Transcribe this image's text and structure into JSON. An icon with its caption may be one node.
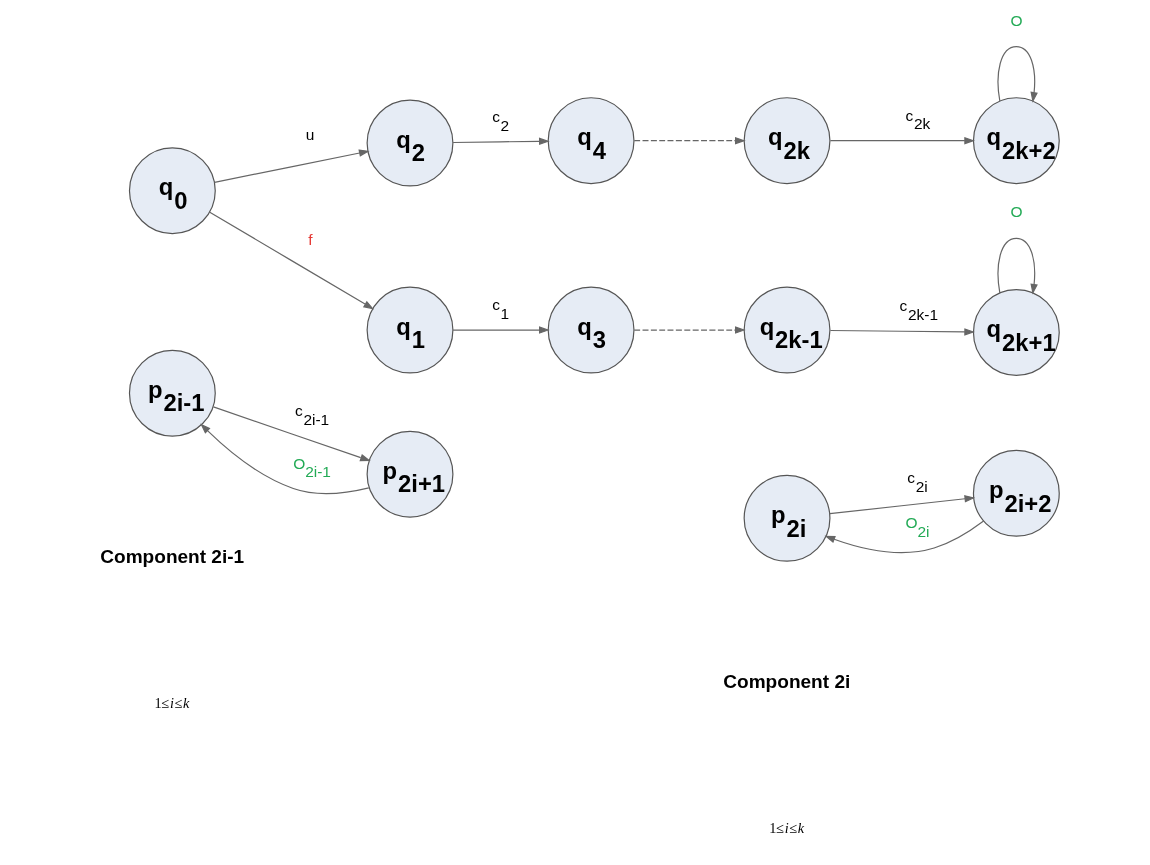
{
  "diagram": {
    "nodes": [
      {
        "text": [
          "q$_{0}$"
        ]
      },
      {
        "text": [
          "q$_{2}$"
        ]
      },
      {
        "text": [
          "q$_{4}$"
        ]
      },
      {
        "text": [
          "q$_{2k}$"
        ]
      },
      {
        "text": [
          "q$_{2k+2}$"
        ]
      },
      {
        "text": [
          "q$_{1}$"
        ]
      },
      {
        "text": [
          "q$_{3}$"
        ]
      },
      {
        "text": [
          "q$_{2k-1}$"
        ]
      },
      {
        "text": [
          "q$_{2k+1}$"
        ]
      },
      {
        "text": [
          "p$_{2i-1}$"
        ]
      },
      {
        "text": [
          "p$_{2i+1}$"
        ]
      },
      {
        "text": [
          "p$_{2i}$"
        ]
      },
      {
        "text": [
          "p$_{2i+2}$"
        ]
      }
    ],
    "edges": [
      {
        "from": 0,
        "to": 1,
        "arrow": "to",
        "label": "u"
      },
      {
        "from": 0,
        "to": 5,
        "arrow": "to",
        "label": "f"
      },
      {
        "from": 1,
        "to": 2,
        "arrow": "to",
        "label": "c$_{2}$"
      },
      {
        "from": 2,
        "to": 3,
        "arrow": "to",
        "style": "dashed"
      },
      {
        "from": 3,
        "to": 4,
        "arrow": "to",
        "label": "c$_{2k}$"
      },
      {
        "from": 4,
        "to": 4,
        "arrow": "to",
        "label": "O"
      },
      {
        "from": 5,
        "to": 6,
        "arrow": "to",
        "label": "c$_{1}$"
      },
      {
        "from": 6,
        "to": 7,
        "arrow": "to",
        "style": "dashed"
      },
      {
        "from": 7,
        "to": 8,
        "arrow": "to",
        "label": "c$_{2k-1}$"
      },
      {
        "from": 8,
        "to": 8,
        "arrow": "to",
        "label": "O"
      },
      {
        "from": 9,
        "to": 10,
        "arrow": "to",
        "label": "c$_{2i-1}$"
      },
      {
        "from": 10,
        "to": 9,
        "arrow": "to",
        "label": "O$_{2i-1}$"
      },
      {
        "from": 11,
        "to": 12,
        "arrow": "to",
        "label": "c$_{2i}$"
      },
      {
        "from": 12,
        "to": 11,
        "arrow": "to",
        "label": "O$_{2i}$"
      }
    ],
    "labels": [
      "Component 2i-1",
      "1≤*i*≤*k*",
      "Component 2i",
      "1≤*i*≤*k*"
    ]
  }
}
